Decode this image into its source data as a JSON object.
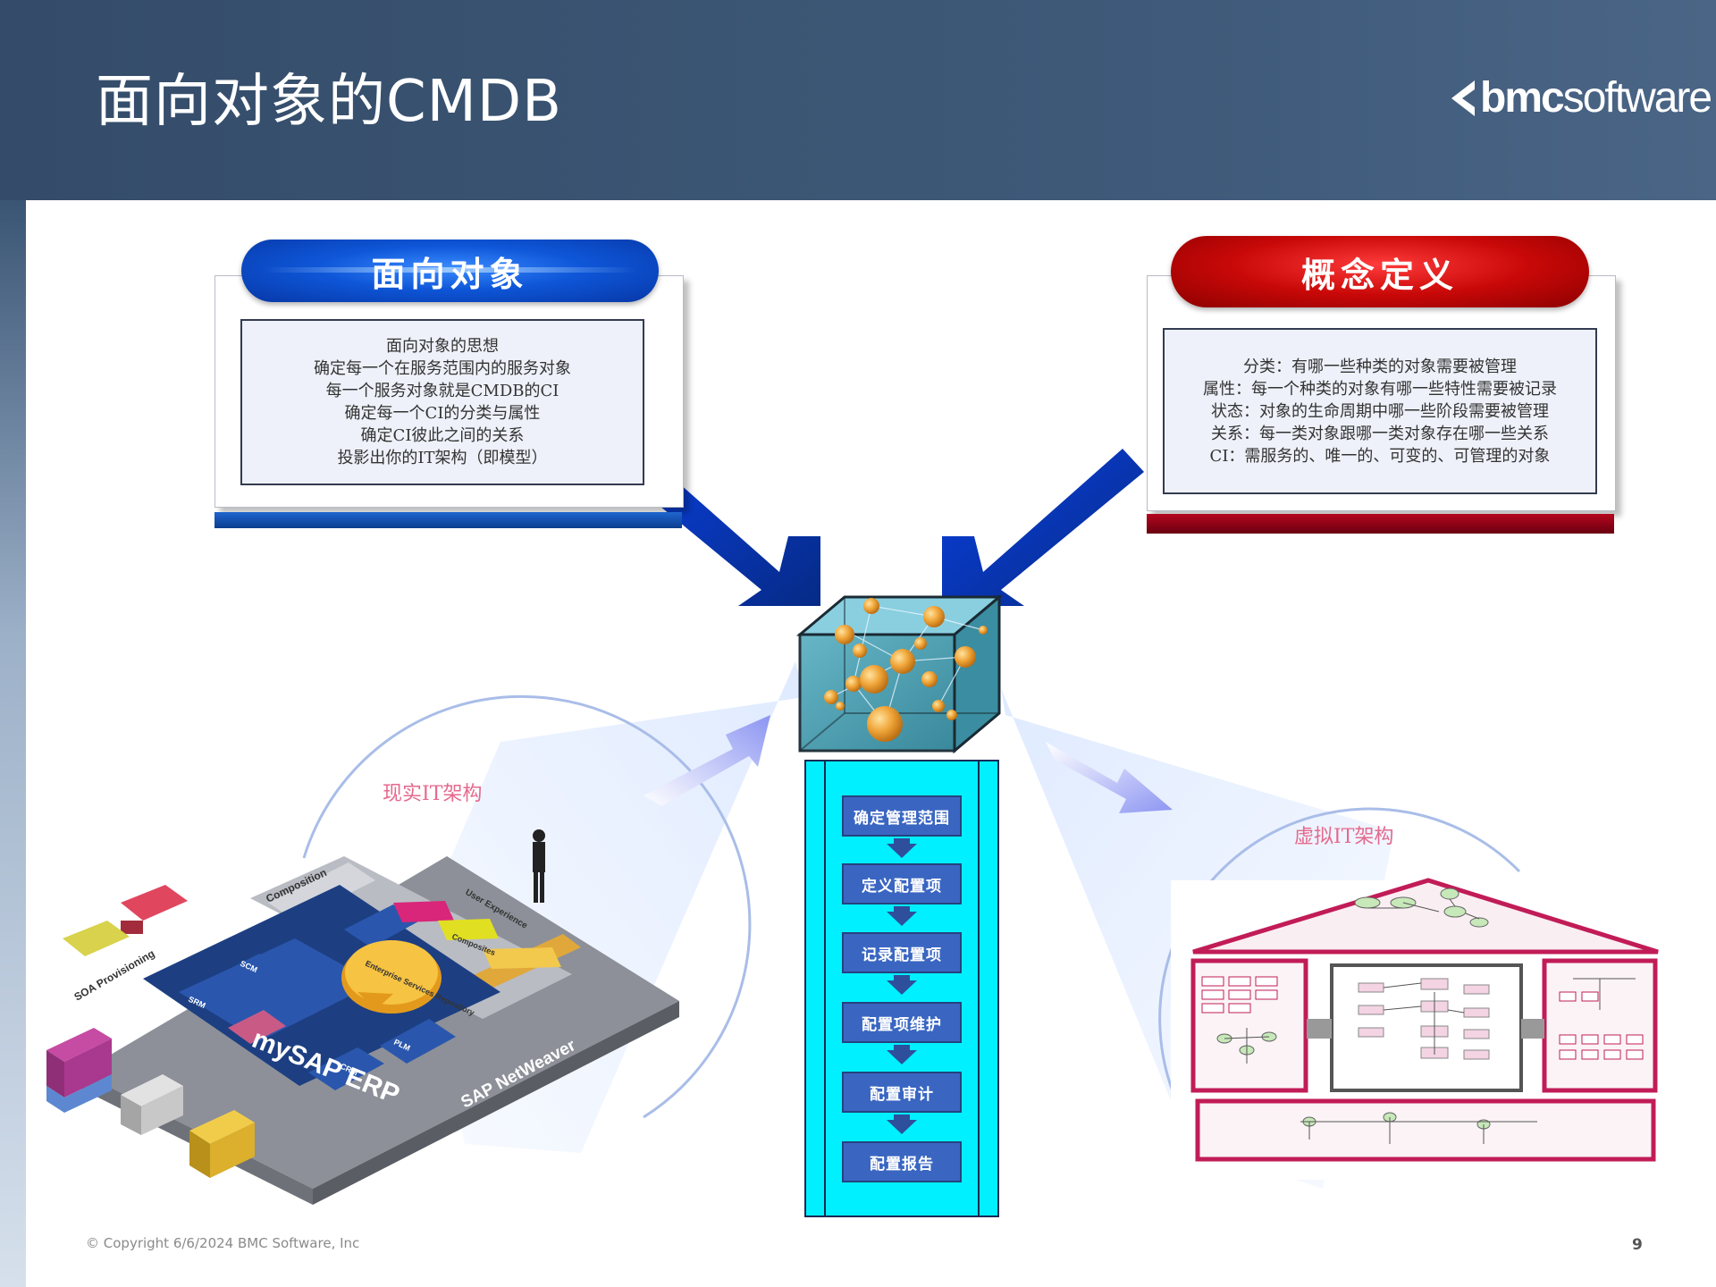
{
  "header": {
    "title": "面向对象的CMDB",
    "logo_text": "bmcsoftware",
    "logo_bold": "bmc",
    "logo_light": "software"
  },
  "left_panel": {
    "heading": "面向对象",
    "lines": [
      "面向对象的思想",
      "确定每一个在服务范围内的服务对象",
      "每一个服务对象就是CMDB的CI",
      "确定每一个CI的分类与属性",
      "确定CI彼此之间的关系",
      "投影出你的IT架构（即模型）"
    ]
  },
  "right_panel": {
    "heading": "概念定义",
    "lines": [
      "分类：有哪一些种类的对象需要被管理",
      "属性：每一个种类的对象有哪一些特性需要被记录",
      "状态：对象的生命周期中哪一些阶段需要被管理",
      "关系：每一类对象跟哪一类对象存在哪一些关系",
      "CI：需服务的、唯一的、可变的、可管理的对象"
    ]
  },
  "process_steps": [
    "确定管理范围",
    "定义配置项",
    "记录配置项",
    "配置项维护",
    "配置审计",
    "配置报告"
  ],
  "left_circle": {
    "label": "现实IT架构",
    "sap": {
      "main": "mySAP ERP",
      "platform": "SAP NetWeaver",
      "composition": "Composition",
      "soa": "SOA Provisioning",
      "user_experience": "User Experience",
      "composites": "Composites",
      "repository": "Enterprise Services Repository",
      "module_labels": [
        "SCM",
        "SRM",
        "PLM",
        "CRM"
      ]
    }
  },
  "right_circle": {
    "label": "虚拟IT架构"
  },
  "footer": {
    "copyright": "© Copyright 6/6/2024 BMC Software, Inc",
    "page_number": "9"
  },
  "colors": {
    "header_bg": "#3c5674",
    "blue_accent": "#0e56d8",
    "red_accent": "#c90808",
    "process_bg": "#00f0ff",
    "step_bg": "#3a66c2",
    "circle_label": "#e56a8d"
  }
}
